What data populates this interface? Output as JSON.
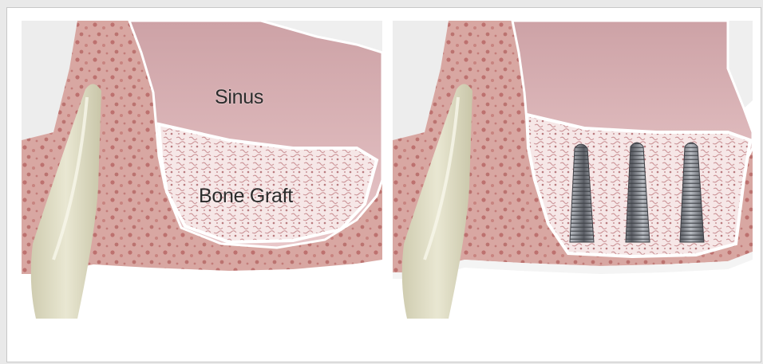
{
  "figure": {
    "labels": {
      "sinus": "Sinus",
      "bone_graft": "Bone Graft"
    },
    "panels": [
      "sinus-lift-with-graft",
      "graft-with-implants"
    ],
    "colors": {
      "bone": "#d8a7a2",
      "bone_spots": "#b45f5d",
      "sinus": "#d9aeb1",
      "graft": "#f6e7e7",
      "tooth": "#e3e1c9",
      "implant": "#7b7f86",
      "soft_tissue": "#f1f1f1"
    },
    "implant_count": 3
  }
}
